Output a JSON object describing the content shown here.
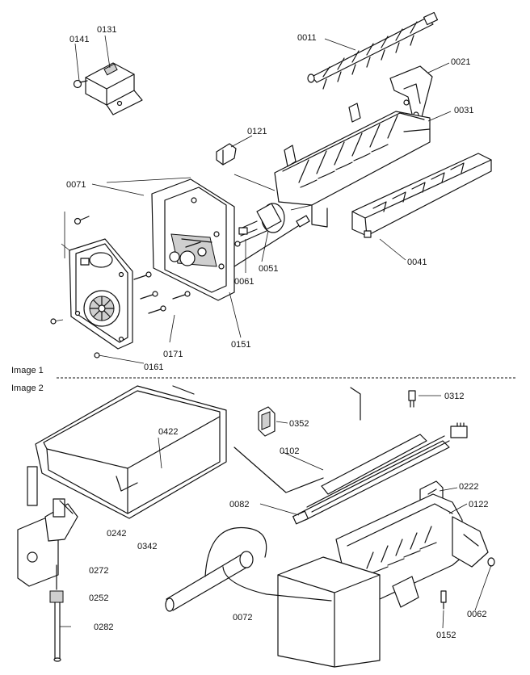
{
  "sections": {
    "image_1": "Image 1",
    "image_2": "Image 2"
  },
  "parts": {
    "p0011": "0011",
    "p0021": "0021",
    "p0031": "0031",
    "p0041": "0041",
    "p0051": "0051",
    "p0061": "0061",
    "p0071": "0071",
    "p0121": "0121",
    "p0131": "0131",
    "p0141": "0141",
    "p0151": "0151",
    "p0161": "0161",
    "p0171": "0171",
    "p0312": "0312",
    "p0352": "0352",
    "p0422": "0422",
    "p0102": "0102",
    "p0222": "0222",
    "p0122": "0122",
    "p0082": "0082",
    "p0242": "0242",
    "p0342": "0342",
    "p0272": "0272",
    "p0252": "0252",
    "p0282": "0282",
    "p0072": "0072",
    "p0152": "0152",
    "p0062": "0062"
  }
}
